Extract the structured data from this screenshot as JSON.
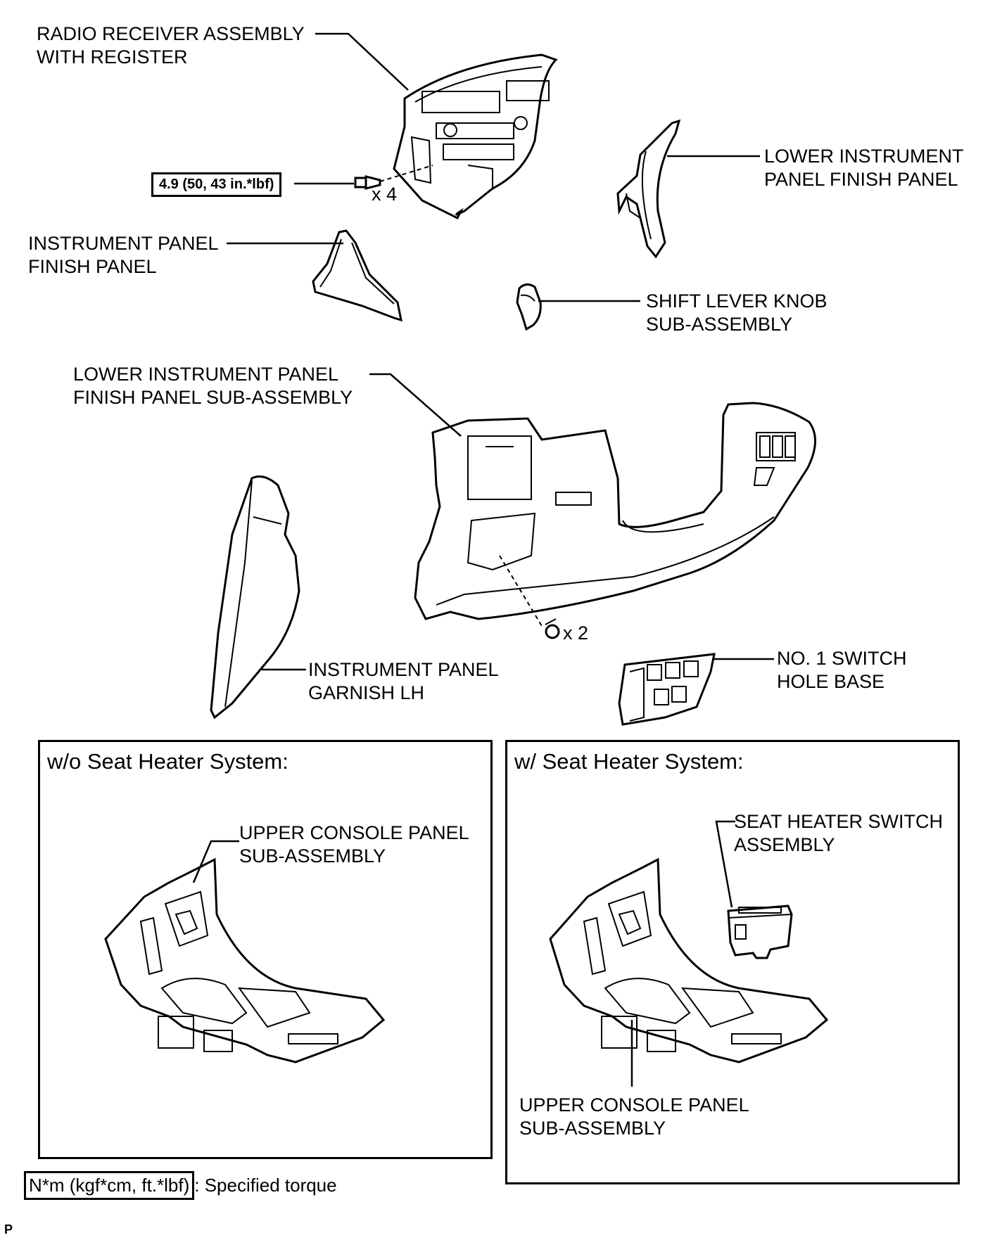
{
  "labels": {
    "radio_receiver": [
      "RADIO RECEIVER ASSEMBLY",
      "WITH REGISTER"
    ],
    "lower_inst_finish_panel": [
      "LOWER INSTRUMENT",
      "PANEL FINISH PANEL"
    ],
    "inst_finish_panel": [
      "INSTRUMENT PANEL",
      "FINISH PANEL"
    ],
    "shift_knob": [
      "SHIFT LEVER KNOB",
      "SUB-ASSEMBLY"
    ],
    "lower_inst_finish_sub": [
      "LOWER INSTRUMENT PANEL",
      "FINISH PANEL SUB-ASSEMBLY"
    ],
    "garnish_lh": [
      "INSTRUMENT PANEL",
      "GARNISH LH"
    ],
    "switch_hole_base": [
      "NO. 1 SWITCH",
      "HOLE BASE"
    ],
    "upper_console_wo": [
      "UPPER CONSOLE PANEL",
      "SUB-ASSEMBLY"
    ],
    "seat_heater_switch": [
      "SEAT HEATER SWITCH",
      "ASSEMBLY"
    ],
    "upper_console_w": [
      "UPPER CONSOLE PANEL",
      "SUB-ASSEMBLY"
    ]
  },
  "torque_spec": "4.9 (50, 43 in.*lbf)",
  "qty_radio_bolts": "x 4",
  "qty_panel_screws": "x 2",
  "boxes": {
    "without_heater": "w/o Seat Heater System:",
    "with_heater": "w/ Seat Heater System:"
  },
  "legend": {
    "unit": "N*m (kgf*cm, ft.*lbf)",
    "text": ": Specified torque"
  },
  "corner_mark": "P"
}
